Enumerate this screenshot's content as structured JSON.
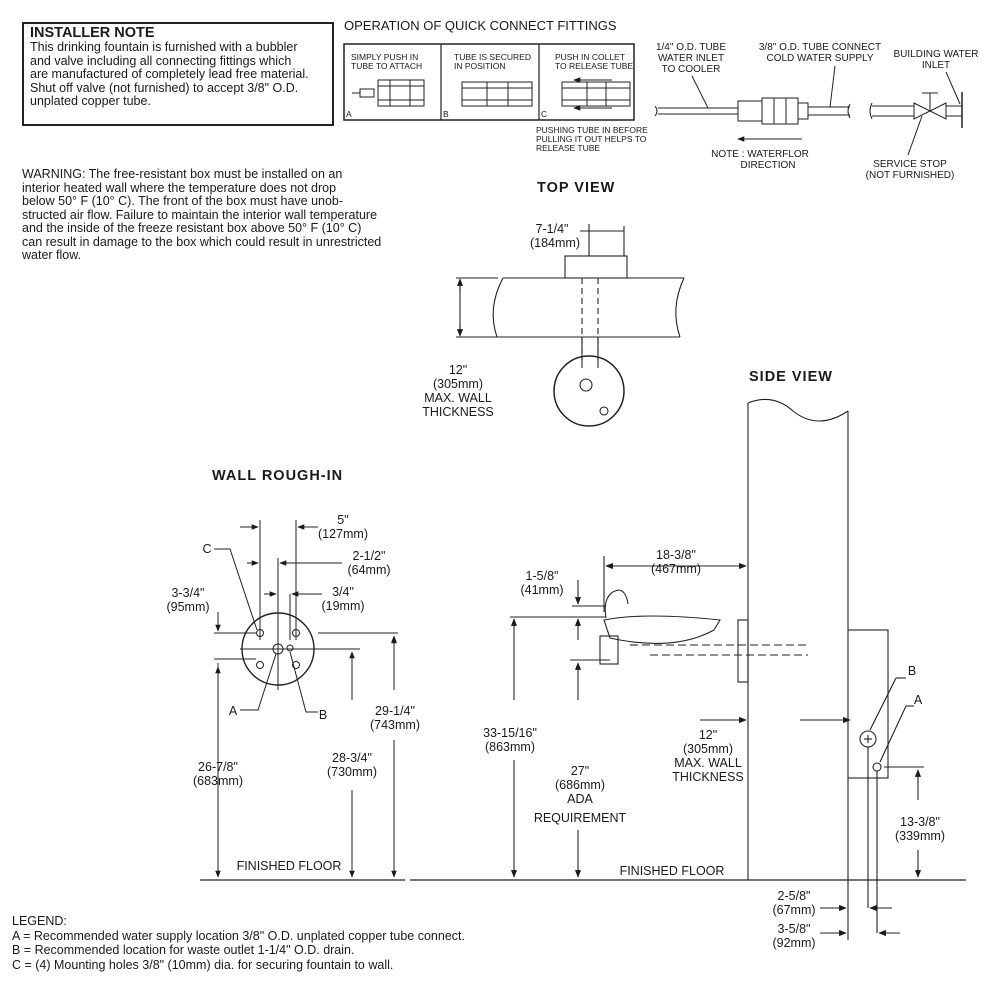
{
  "installer_note": {
    "title": "INSTALLER NOTE",
    "body": "This drinking fountain is furnished with a bubbler\nand valve including all connecting fittings which\nare manufactured of completely lead free material.\nShut off valve (not furnished) to accept 3/8\" O.D.\nunplated copper tube."
  },
  "warning": "WARNING: The free-resistant box must be installed on an\ninterior heated wall where the temperature does not drop\nbelow 50° F (10° C). The front of the box must have unob-\nstructed air flow. Failure to maintain the interior wall temperature\nand the inside of the freeze resistant box above 50° F (10° C)\ncan result in damage to the box which could result in unrestricted\nwater flow.",
  "quick_connect": {
    "title": "OPERATION OF QUICK CONNECT FITTINGS",
    "panels": [
      {
        "caption1": "SIMPLY PUSH IN",
        "caption2": "TUBE TO ATTACH",
        "letter": "A"
      },
      {
        "caption1": "TUBE IS SECURED",
        "caption2": "IN POSITION",
        "letter": "B"
      },
      {
        "caption1": "PUSH IN COLLET",
        "caption2": "TO RELEASE TUBE",
        "letter": "C"
      }
    ],
    "footnote": [
      "PUSHING TUBE IN BEFORE",
      "PULLING IT OUT HELPS TO",
      "RELEASE TUBE"
    ]
  },
  "supply_diagram": {
    "inlet_label": [
      "1/4\" O.D. TUBE",
      "WATER INLET",
      "TO COOLER"
    ],
    "connect_label": [
      "3/8\" O.D. TUBE CONNECT",
      "COLD WATER SUPPLY"
    ],
    "building_label": [
      "BUILDING WATER",
      "INLET"
    ],
    "flow_note": [
      "NOTE : WATERFLOR",
      "DIRECTION"
    ],
    "service_stop": [
      "SERVICE STOP",
      "(NOT FURNISHED)"
    ]
  },
  "top_view": {
    "title": "TOP VIEW",
    "width_dim": [
      "7-1/4\"",
      "(184mm)"
    ],
    "wall_dim": [
      "12\"",
      "(305mm)",
      "MAX. WALL",
      "THICKNESS"
    ]
  },
  "side_view": {
    "title": "SIDE VIEW",
    "projection": [
      "18-3/8\"",
      "(467mm)"
    ],
    "bubbler": [
      "1-5/8\"",
      "(41mm)"
    ],
    "overall": [
      "33-15/16\"",
      "(863mm)"
    ],
    "ada": [
      "27\"",
      "(686mm)",
      "ADA",
      "REQUIREMENT"
    ],
    "wall": [
      "12\"",
      "(305mm)",
      "MAX. WALL",
      "THICKNESS"
    ],
    "outlet_height": [
      "13-3/8\"",
      "(339mm)"
    ],
    "offset_b": [
      "2-5/8\"",
      "(67mm)"
    ],
    "offset_a": [
      "3-5/8\"",
      "(92mm)"
    ],
    "floor": "FINISHED FLOOR",
    "label_a": "A",
    "label_b": "B"
  },
  "wall_rough_in": {
    "title": "WALL ROUGH-IN",
    "dim_5": [
      "5\"",
      "(127mm)"
    ],
    "dim_2_5": [
      "2-1/2\"",
      "(64mm)"
    ],
    "dim_3_4": [
      "3/4\"",
      "(19mm)"
    ],
    "dim_3_3_4": [
      "3-3/4\"",
      "(95mm)"
    ],
    "dim_29": [
      "29-1/4\"",
      "(743mm)"
    ],
    "dim_28": [
      "28-3/4\"",
      "(730mm)"
    ],
    "dim_26": [
      "26-7/8\"",
      "(683mm)"
    ],
    "floor": "FINISHED FLOOR",
    "label_a": "A",
    "label_b": "B",
    "label_c": "C"
  },
  "legend": {
    "title": "LEGEND:",
    "items": [
      "A = Recommended water supply location 3/8\" O.D. unplated copper tube connect.",
      "B = Recommended location for waste outlet 1-1/4\" O.D. drain.",
      "C = (4) Mounting holes 3/8\" (10mm) dia. for securing fountain to wall."
    ]
  }
}
